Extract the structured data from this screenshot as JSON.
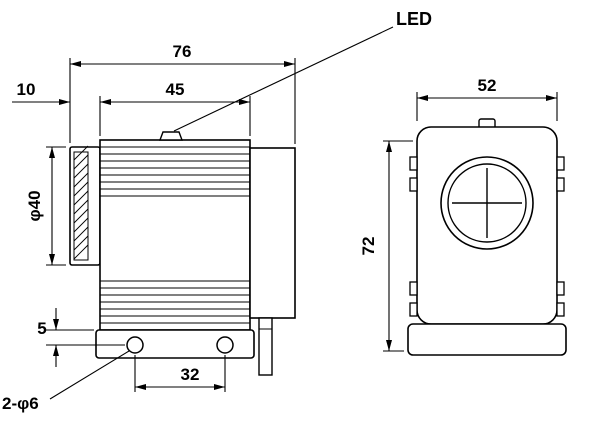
{
  "drawing": {
    "side_view": {
      "dim_overall_width": "76",
      "dim_body_width": "45",
      "dim_lens_depth": "10",
      "dim_lens_diameter": "φ40",
      "dim_hole_offset": "5",
      "dim_mounting_holes": "2-φ6",
      "dim_hole_spacing": "32",
      "led_label": "LED"
    },
    "front_view": {
      "dim_width": "52",
      "dim_height": "72"
    },
    "colors": {
      "line": "#000000",
      "background": "#ffffff"
    }
  }
}
